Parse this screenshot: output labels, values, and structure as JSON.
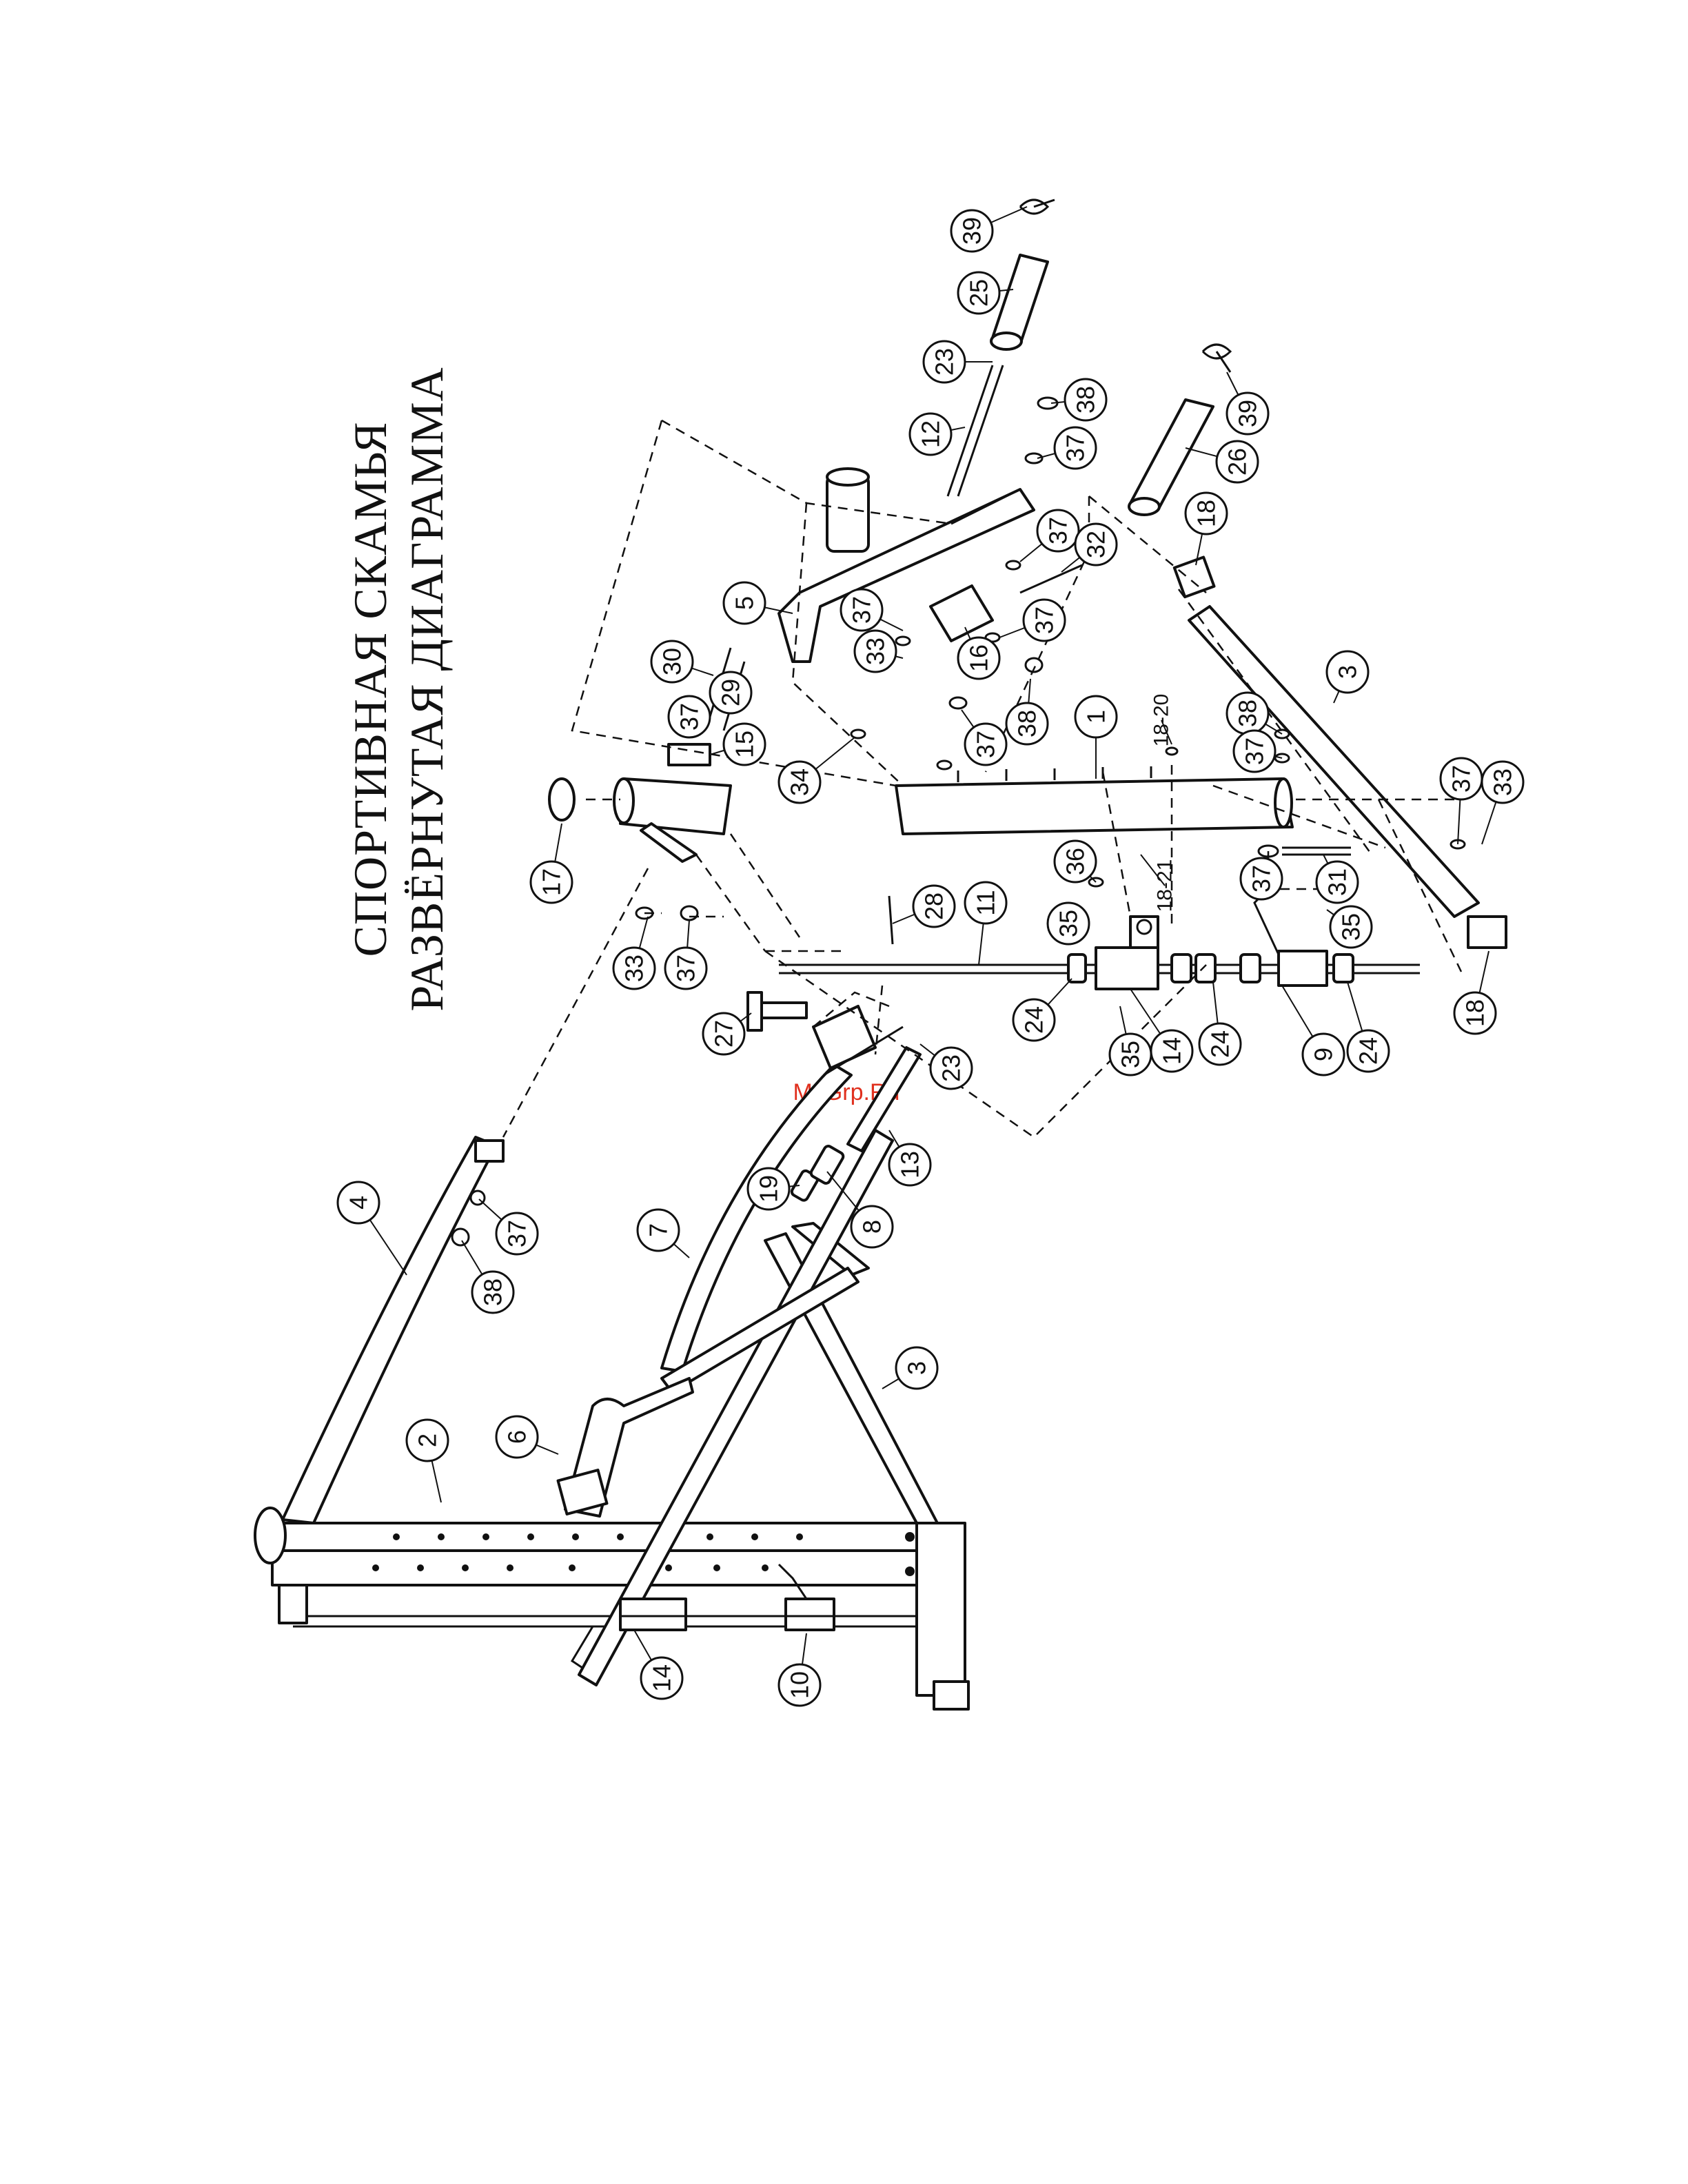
{
  "title": {
    "line1": "СПОРТИВНАЯ СКАМЬЯ",
    "line2": "РАЗВЁРНУТАЯ ДИАГРАММА"
  },
  "watermark": "McGrp.Ru",
  "callouts": [
    "39",
    "25",
    "23",
    "12",
    "38",
    "37",
    "26",
    "39",
    "18",
    "37",
    "32",
    "5",
    "37",
    "33",
    "16",
    "37",
    "38",
    "30",
    "29",
    "37",
    "15",
    "1",
    "18-20",
    "37",
    "34",
    "17",
    "33",
    "37",
    "28",
    "11",
    "36",
    "35",
    "18-21",
    "3",
    "38",
    "37",
    "37",
    "31",
    "37",
    "33",
    "35",
    "24",
    "14",
    "24",
    "35",
    "9",
    "24",
    "18",
    "27",
    "23",
    "13",
    "4",
    "37",
    "38",
    "19",
    "8",
    "7",
    "3",
    "6",
    "2",
    "14",
    "10"
  ]
}
